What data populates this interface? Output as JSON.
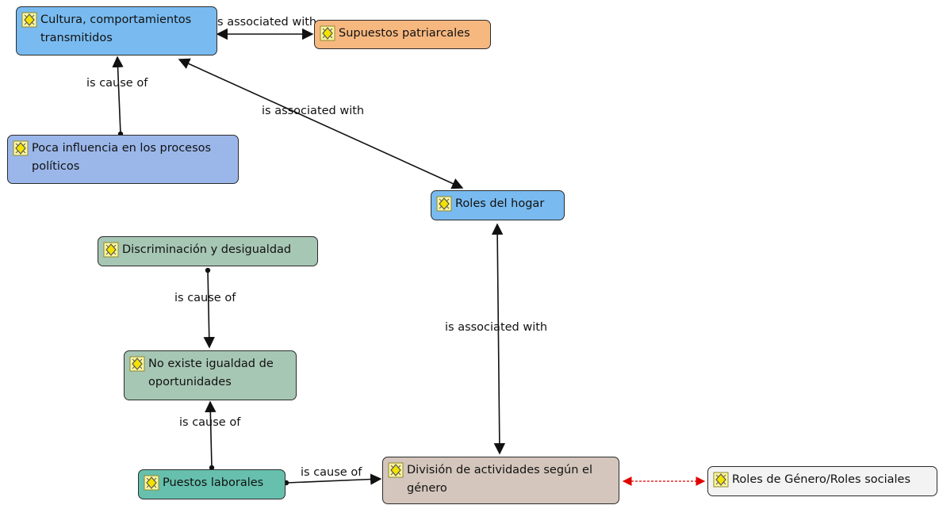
{
  "colors": {
    "blue": "#79bbf0",
    "periwinkle": "#9bb7ea",
    "orange": "#f7b880",
    "sage": "#a7c7b5",
    "teal": "#66c0ad",
    "taupe": "#d4c6bc",
    "light_gray": "#f3f3f3",
    "edge": "#111111",
    "edge_dashed": "#e00000"
  },
  "nodes": {
    "cultura": "Cultura, comportamientos\ntransmitidos",
    "supuestos": "Supuestos patriarcales",
    "poca_influencia": "Poca influencia en los procesos\npolíticos",
    "roles_hogar": "Roles del hogar",
    "discriminacion": "Discriminación y desigualdad",
    "no_existe": "No existe igualdad de\noportunidades",
    "puestos": "Puestos laborales",
    "division": "División de actividades según el\ngénero",
    "roles_genero": "Roles de Género/Roles sociales"
  },
  "edges": {
    "cultura_supuestos": "is associated with",
    "poca_cultura": "is cause of",
    "cultura_roles": "is associated with",
    "discriminacion_no_existe": "is cause of",
    "roles_division": "is associated with",
    "puestos_no_existe": "is cause of",
    "puestos_division": "is cause of"
  }
}
